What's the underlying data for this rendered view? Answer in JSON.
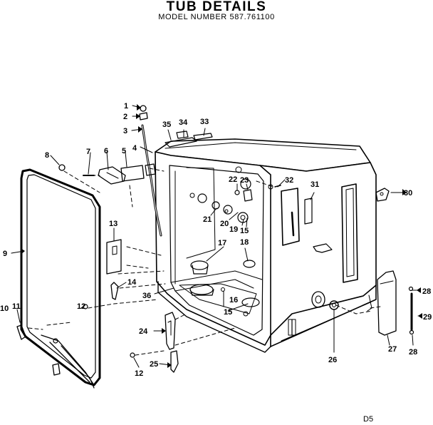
{
  "header": {
    "title": "TUB DETAILS",
    "model": "MODEL NUMBER 587.761100"
  },
  "footer": {
    "page_code": "D5"
  },
  "parts": {
    "p1": "1",
    "p2": "2",
    "p3": "3",
    "p4": "4",
    "p5": "5",
    "p6": "6",
    "p7": "7",
    "p8": "8",
    "p9": "9",
    "p10": "10",
    "p11": "11",
    "p12": "12",
    "p13": "13",
    "p14": "14",
    "p15": "15",
    "p16": "16",
    "p17": "17",
    "p18": "18",
    "p19": "19",
    "p20": "20",
    "p21": "21",
    "p22": "22",
    "p23": "23",
    "p24": "24",
    "p25": "25",
    "p26": "26",
    "p27": "27",
    "p28": "28",
    "p29": "29",
    "p30": "30",
    "p31": "31",
    "p32": "32",
    "p33": "33",
    "p34": "34",
    "p35": "35",
    "p36": "36"
  }
}
